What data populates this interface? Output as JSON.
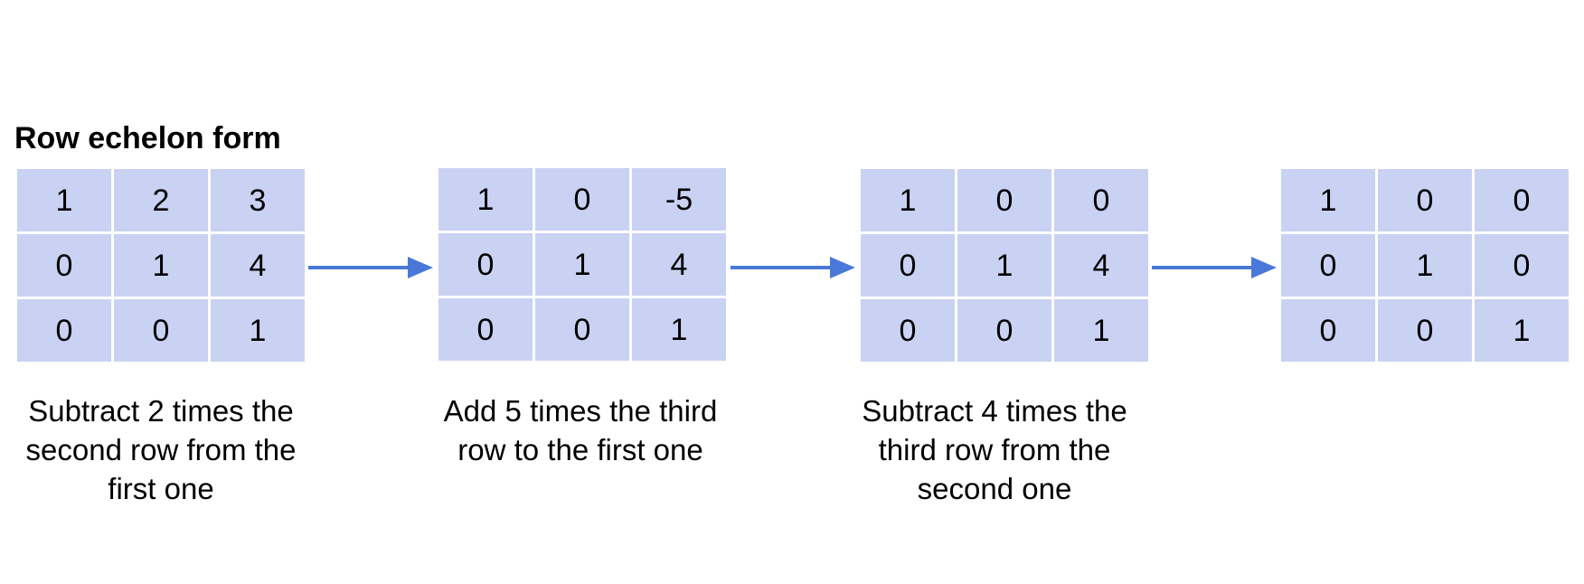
{
  "title": "Row echelon form",
  "matrices": [
    {
      "rows": [
        [
          "1",
          "2",
          "3"
        ],
        [
          "0",
          "1",
          "4"
        ],
        [
          "0",
          "0",
          "1"
        ]
      ]
    },
    {
      "rows": [
        [
          "1",
          "0",
          "-5"
        ],
        [
          "0",
          "1",
          "4"
        ],
        [
          "0",
          "0",
          "1"
        ]
      ]
    },
    {
      "rows": [
        [
          "1",
          "0",
          "0"
        ],
        [
          "0",
          "1",
          "4"
        ],
        [
          "0",
          "0",
          "1"
        ]
      ]
    },
    {
      "rows": [
        [
          "1",
          "0",
          "0"
        ],
        [
          "0",
          "1",
          "0"
        ],
        [
          "0",
          "0",
          "1"
        ]
      ]
    }
  ],
  "steps": [
    {
      "lines": [
        "Subtract 2 times the",
        "second row from the",
        "first one"
      ]
    },
    {
      "lines": [
        "Add 5 times the third",
        "row to the first one"
      ]
    },
    {
      "lines": [
        "Subtract 4 times the",
        "third row from the",
        "second one"
      ]
    }
  ],
  "colors": {
    "cell_fill": "#c9d2f3",
    "arrow": "#4a78d8",
    "grid_line": "#ffffff"
  }
}
